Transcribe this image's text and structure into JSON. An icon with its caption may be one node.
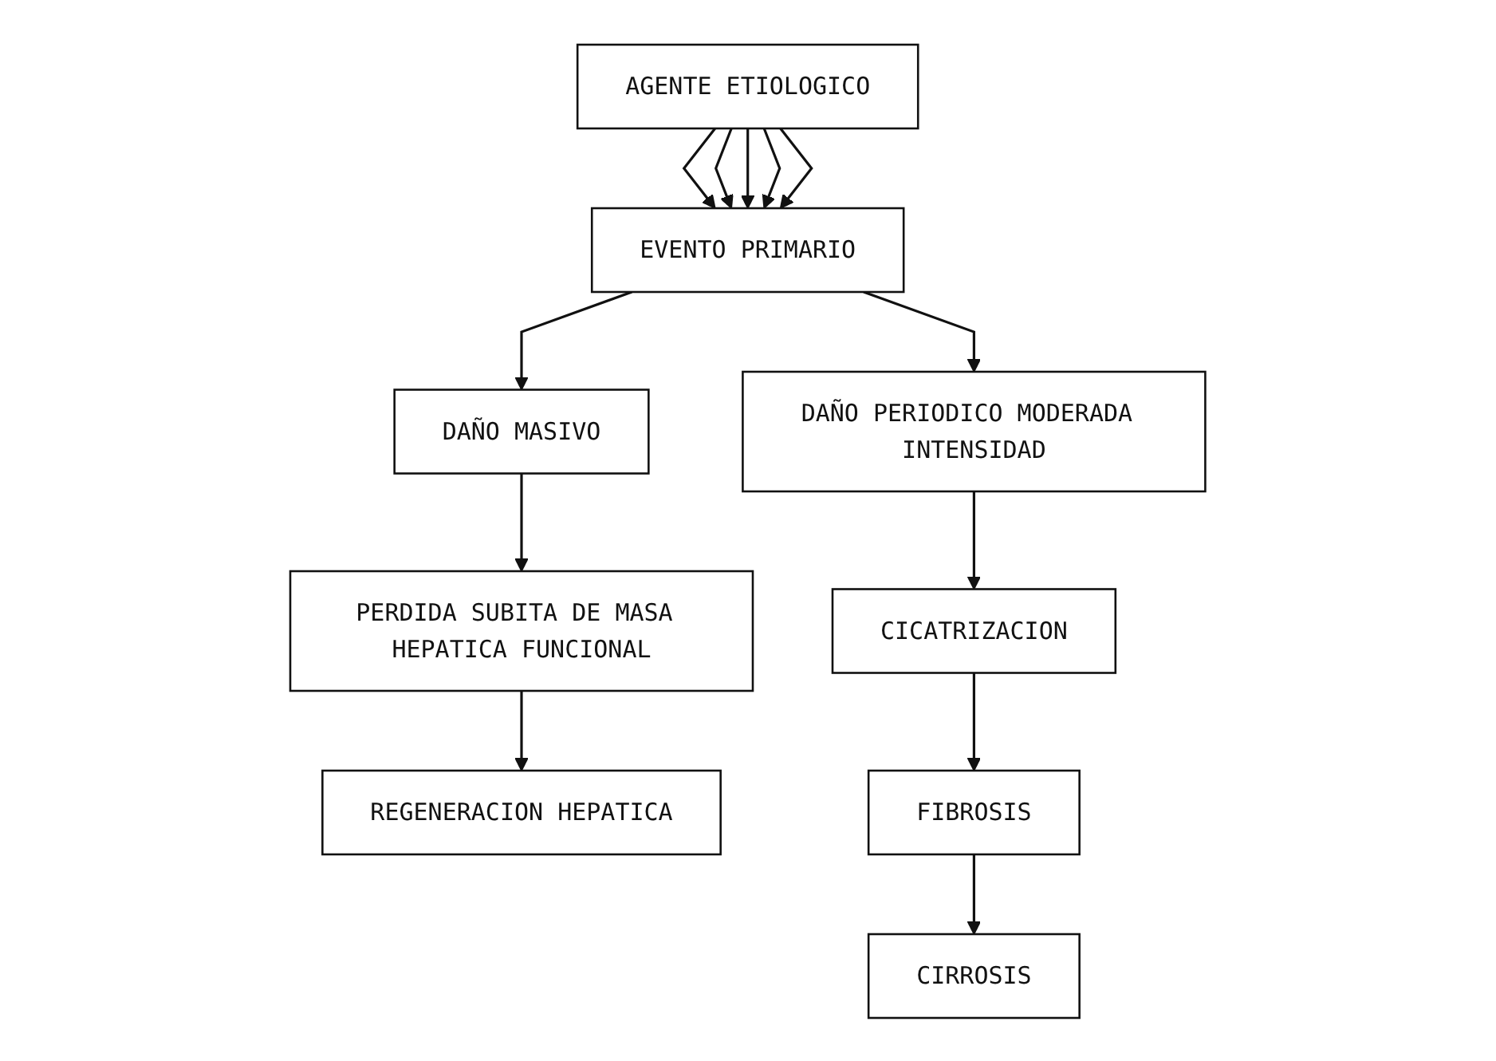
{
  "diagram": {
    "nodes": [
      {
        "text": [
          "AGENTE ETIOLOGICO"
        ]
      },
      {
        "text": [
          "EVENTO PRIMARIO"
        ]
      },
      {
        "text": [
          "DAÑO MASIVO"
        ]
      },
      {
        "text": [
          "DAÑO PERIODICO MODERADA INTENSIDAD"
        ]
      },
      {
        "text": [
          "PERDIDA SUBITA DE MASA HEPATICA FUNCIONAL"
        ]
      },
      {
        "text": [
          "REGENERACION HEPATICA"
        ]
      },
      {
        "text": [
          "CICATRIZACION"
        ]
      },
      {
        "text": [
          "FIBROSIS"
        ]
      },
      {
        "text": [
          "CIRROSIS"
        ]
      }
    ],
    "edges": [
      {
        "from": 0,
        "to": 1,
        "arrow": "to"
      },
      {
        "from": 0,
        "to": 1,
        "arrow": "to"
      },
      {
        "from": 0,
        "to": 1,
        "arrow": "to"
      },
      {
        "from": 0,
        "to": 1,
        "arrow": "to"
      },
      {
        "from": 0,
        "to": 1,
        "arrow": "to"
      },
      {
        "from": 1,
        "to": 2,
        "arrow": "to"
      },
      {
        "from": 1,
        "to": 3,
        "arrow": "to"
      },
      {
        "from": 2,
        "to": 4,
        "arrow": "to"
      },
      {
        "from": 4,
        "to": 5,
        "arrow": "to"
      },
      {
        "from": 3,
        "to": 6,
        "arrow": "to"
      },
      {
        "from": 6,
        "to": 7,
        "arrow": "to"
      },
      {
        "from": 7,
        "to": 8,
        "arrow": "to"
      }
    ]
  }
}
